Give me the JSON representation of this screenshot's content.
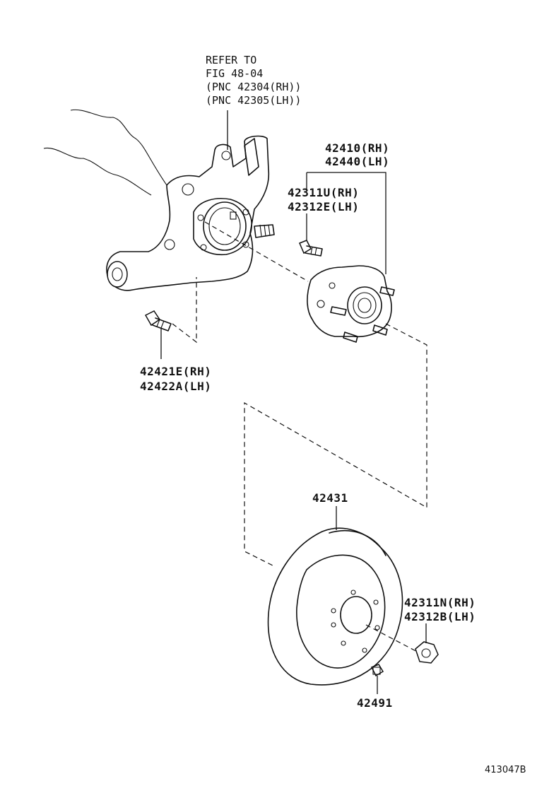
{
  "reference_note": {
    "line1": "REFER TO",
    "line2": "FIG 48-04",
    "line3": "(PNC 42304(RH))",
    "line4": "(PNC 42305(LH))"
  },
  "parts": {
    "hub_assy": {
      "rh": "42410(RH)",
      "lh": "42440(LH)"
    },
    "hub_bolt": {
      "rh": "42311U(RH)",
      "lh": "42312E(LH)"
    },
    "knuckle_bolt": {
      "rh": "42421E(RH)",
      "lh": "42422A(LH)"
    },
    "disc": {
      "number": "42431"
    },
    "hub_nut": {
      "rh": "42311N(RH)",
      "lh": "42312B(LH)"
    },
    "plug": {
      "number": "42491"
    }
  },
  "illustration_code": "413047B"
}
